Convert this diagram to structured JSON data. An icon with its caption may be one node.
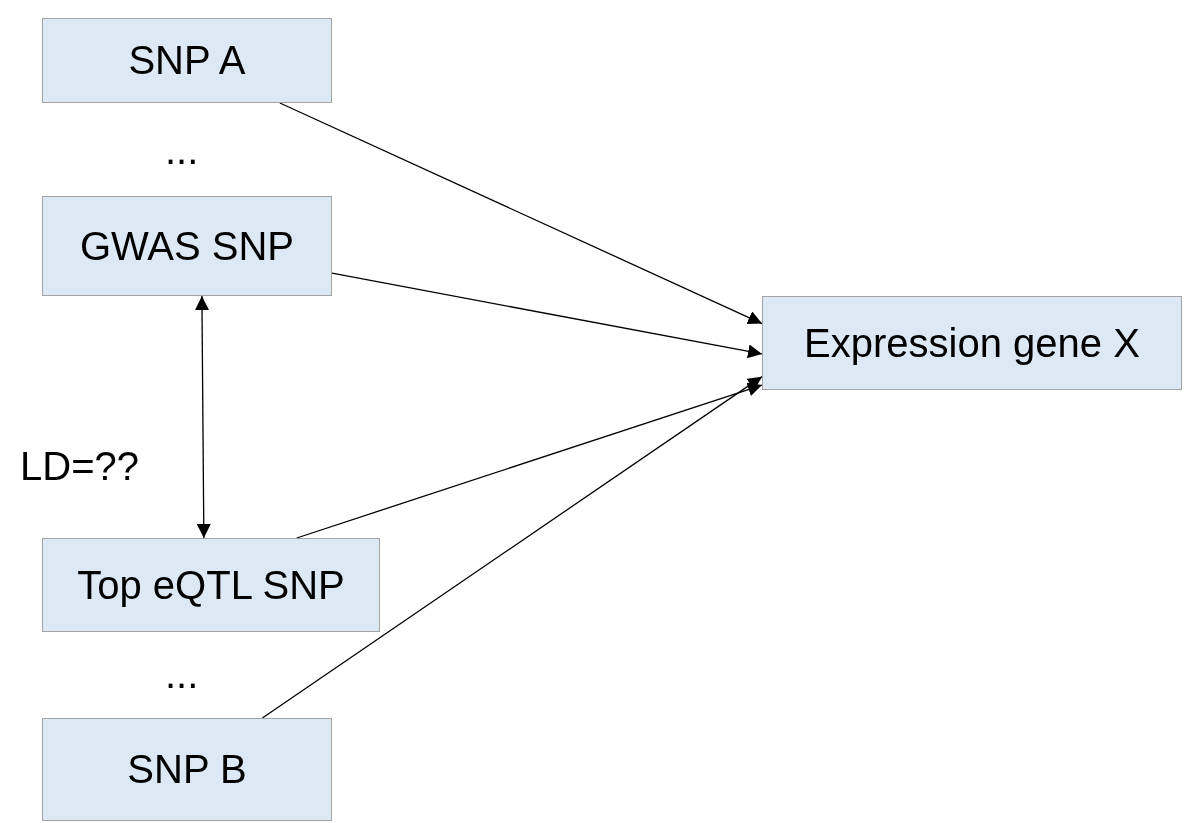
{
  "diagram": {
    "nodes": [
      {
        "text": [
          "SNP A"
        ]
      },
      {
        "text": [
          "GWAS SNP"
        ]
      },
      {
        "text": [
          "Top eQTL SNP"
        ]
      },
      {
        "text": [
          "SNP B"
        ]
      },
      {
        "text": [
          "Expression gene X"
        ]
      }
    ],
    "edges": [
      {
        "from": 0,
        "to": 4,
        "arrow": "to"
      },
      {
        "from": 1,
        "to": 4,
        "arrow": "to"
      },
      {
        "from": 2,
        "to": 4,
        "arrow": "to"
      },
      {
        "from": 3,
        "to": 4,
        "arrow": "to"
      },
      {
        "from": 1,
        "to": 2,
        "arrow": "both",
        "label": "LD=??"
      }
    ],
    "labels": [
      "...",
      "..."
    ]
  }
}
